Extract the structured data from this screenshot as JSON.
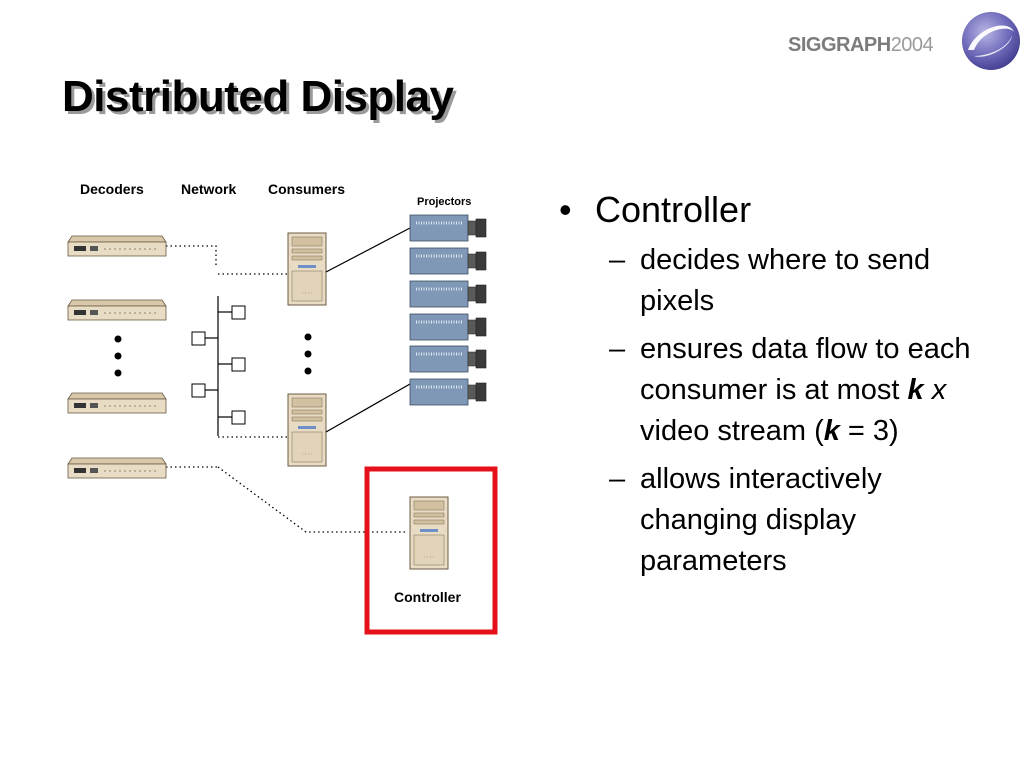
{
  "slide": {
    "title": "Distributed Display"
  },
  "logo": {
    "bold": "SIGGRAPH",
    "year": "2004"
  },
  "diagram": {
    "labels": {
      "decoders": "Decoders",
      "network": "Network",
      "consumers": "Consumers",
      "projectors": "Projectors",
      "controller": "Controller"
    },
    "highlight_color": "#e4101a",
    "projector_color": "#7e98b5",
    "device_color": "#e9dcc4"
  },
  "bullets": {
    "main": "Controller",
    "dash": "–",
    "sub1": "decides where to send pixels",
    "sub2_part1": "ensures data flow to each consumer is at most ",
    "sub2_k": "k",
    "sub2_x": "x",
    "sub2_part2": " video stream (",
    "sub2_k2": "k",
    "sub2_part3": " = 3)",
    "sub3": "allows interactively changing display parameters"
  }
}
